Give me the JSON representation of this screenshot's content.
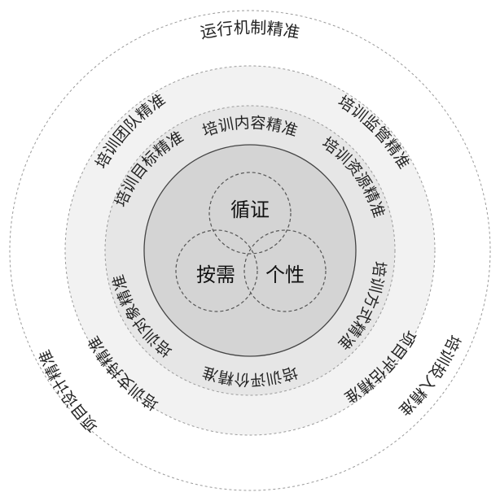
{
  "core": {
    "top": "循证",
    "left": "按需",
    "right": "个性"
  },
  "inner_ring": {
    "top": "培训内容精准",
    "upper_left": "培训目标精准",
    "upper_right": "培训资源精准",
    "right": "培训方式精准",
    "bottom": "培训评价精准",
    "left": "培训对象精准"
  },
  "middle_ring": {
    "upper_left": "培训团队精准",
    "upper_right": "培训监管精准",
    "lower_right": "项目评估精准",
    "lower_left": "培训支持精准"
  },
  "outer_ring": {
    "top": "运行机制精准",
    "right": "培训投入精准",
    "left": "项目设计精准"
  },
  "colors": {
    "outer_ring_fill": "#ffffff",
    "middle_ring_fill": "#f2f2f2",
    "inner_ring_fill": "#e6e6e6",
    "core_fill": "#d4d4d4",
    "stroke": "#444444",
    "dashed_stroke": "#9a9a9a"
  }
}
